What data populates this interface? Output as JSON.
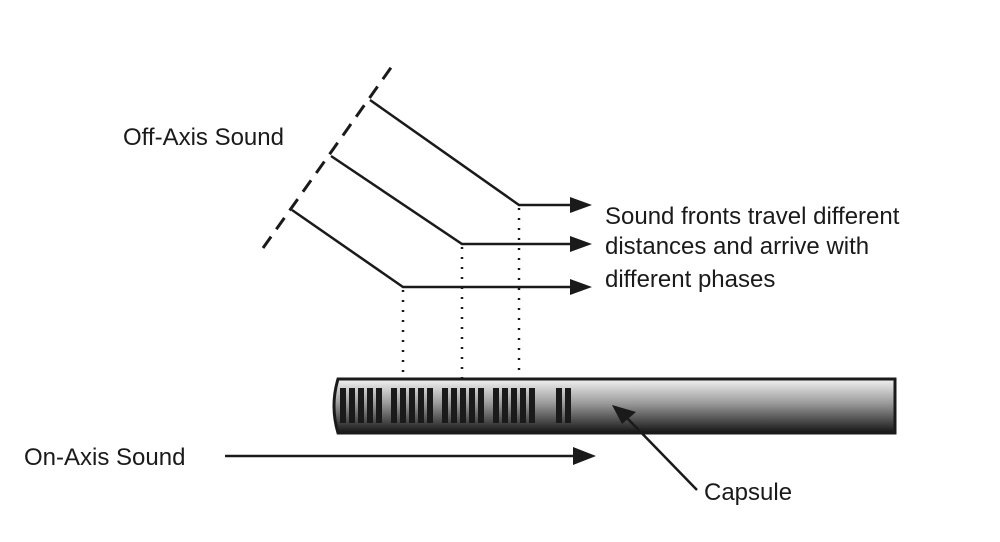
{
  "labels": {
    "off_axis": "Off-Axis Sound",
    "on_axis": "On-Axis Sound",
    "capsule": "Capsule",
    "explanation": [
      "Sound fronts travel different",
      "distances and arrive with",
      "different phases"
    ]
  },
  "colors": {
    "ink": "#1a1a1a",
    "background": "#ffffff"
  }
}
